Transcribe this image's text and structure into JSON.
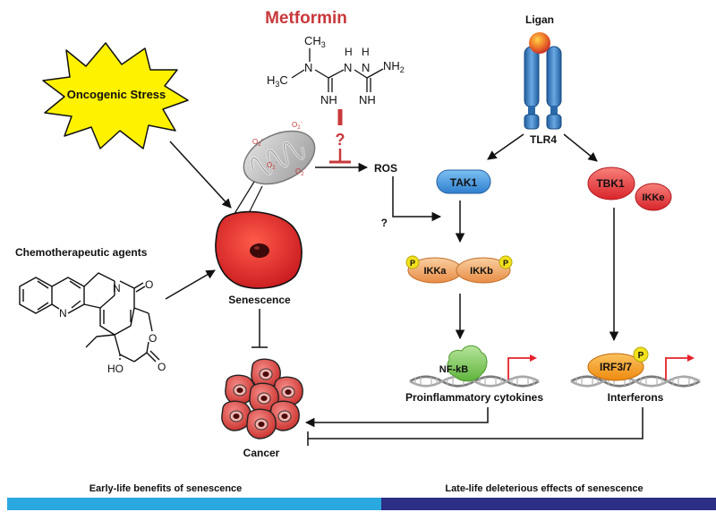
{
  "labels": {
    "metformin": "Metformin",
    "question_top": "?",
    "question_ros": "?",
    "oncogenic_stress": "Oncogenic Stress",
    "chemo_agents": "Chemotherapeutic agents",
    "senescence": "Senescence",
    "cancer": "Cancer",
    "ros": "ROS",
    "ligan": "Ligan",
    "tlr4": "TLR4",
    "tak1": "TAK1",
    "tbk1": "TBK1",
    "ikke": "IKKe",
    "ikka": "IKKa",
    "ikkb": "IKKb",
    "p": "P",
    "nfkb": "NF-kB",
    "irf": "IRF3/7",
    "proinflammatory": "Proinflammatory cytokines",
    "interferons": "Interferons",
    "o2": "O",
    "o2_sub": "2",
    "o2_sup": "-"
  },
  "metformin_structure": {
    "ch3_top": "CH",
    "ch3_top_sub": "3",
    "n_left": "N",
    "h3c": "H",
    "h3c_sub": "3",
    "h3c_c": "C",
    "h_top1": "H",
    "n_top1": "N",
    "h_top2": "H",
    "n_top2": "N",
    "nh2": "NH",
    "nh2_sub": "2",
    "nh_left": "NH",
    "nh_right": "NH"
  },
  "chemo_structure": {
    "n_ring": "N",
    "n_five": "N",
    "o_carbonyl": "O",
    "o_ring": "O",
    "o_lactone": "O",
    "ho": "HO"
  },
  "bottom_bar": {
    "left_text": "Early-life benefits of senescence",
    "right_text": "Late-life deleterious effects of senescence",
    "left_color": "#29a9e0",
    "right_color": "#2b2f86"
  },
  "colors": {
    "metformin": "#c8393b",
    "star": "#fff200",
    "senescent_cell": "#e52421",
    "tak1": "#3f8fd9",
    "tbk1": "#e8383a",
    "ikk": "#f0a15a",
    "nfkb": "#7dc95b",
    "irf": "#f39a1f",
    "receptor": "#2f72b6",
    "p_badge": "#f2e21c"
  }
}
